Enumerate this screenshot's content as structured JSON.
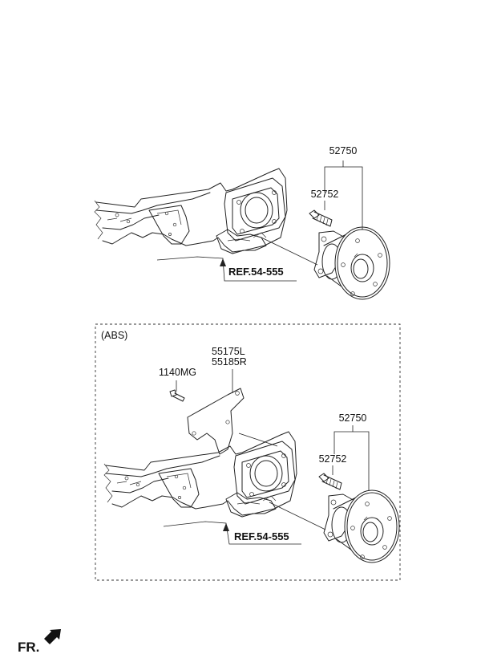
{
  "top_assembly": {
    "part_hub": "52750",
    "part_bolt": "52752",
    "reference": "REF.54-555"
  },
  "abs_assembly": {
    "section_label": "(ABS)",
    "part_bracket_left": "55175L",
    "part_bracket_right": "55185R",
    "part_screw": "1140MG",
    "part_hub": "52750",
    "part_bolt": "52752",
    "reference": "REF.54-555"
  },
  "direction_label": "FR."
}
